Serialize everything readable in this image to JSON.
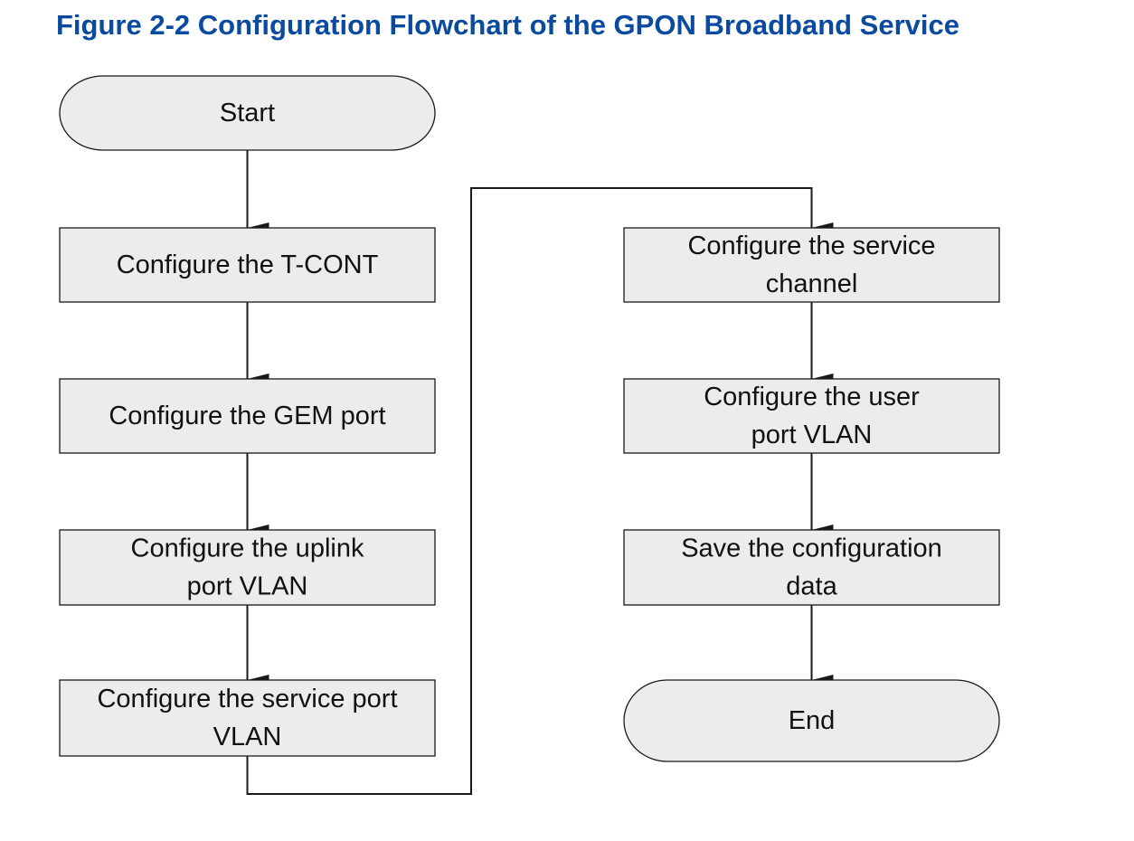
{
  "figure": {
    "title": "Figure 2-2 Configuration Flowchart of the GPON Broadband Service"
  },
  "colors": {
    "title": "#0a4a9f",
    "box_fill": "#ececec",
    "stroke": "#1a1a1a"
  },
  "nodes": [
    {
      "id": "start",
      "shape": "terminal",
      "lines": [
        "Start"
      ]
    },
    {
      "id": "tcont",
      "shape": "process",
      "lines": [
        "Configure the T-CONT"
      ]
    },
    {
      "id": "gem",
      "shape": "process",
      "lines": [
        "Configure the GEM port"
      ]
    },
    {
      "id": "uplink",
      "shape": "process",
      "lines": [
        "Configure the uplink",
        "port VLAN"
      ]
    },
    {
      "id": "svcport",
      "shape": "process",
      "lines": [
        "Configure the service port",
        "VLAN"
      ]
    },
    {
      "id": "svcchan",
      "shape": "process",
      "lines": [
        "Configure the service",
        "channel"
      ]
    },
    {
      "id": "userport",
      "shape": "process",
      "lines": [
        "Configure the user",
        "port VLAN"
      ]
    },
    {
      "id": "save",
      "shape": "process",
      "lines": [
        "Save the configuration",
        "data"
      ]
    },
    {
      "id": "end",
      "shape": "terminal",
      "lines": [
        "End"
      ]
    }
  ],
  "edges": [
    [
      "start",
      "tcont"
    ],
    [
      "tcont",
      "gem"
    ],
    [
      "gem",
      "uplink"
    ],
    [
      "uplink",
      "svcport"
    ],
    [
      "svcport",
      "svcchan"
    ],
    [
      "svcchan",
      "userport"
    ],
    [
      "userport",
      "save"
    ],
    [
      "save",
      "end"
    ]
  ]
}
